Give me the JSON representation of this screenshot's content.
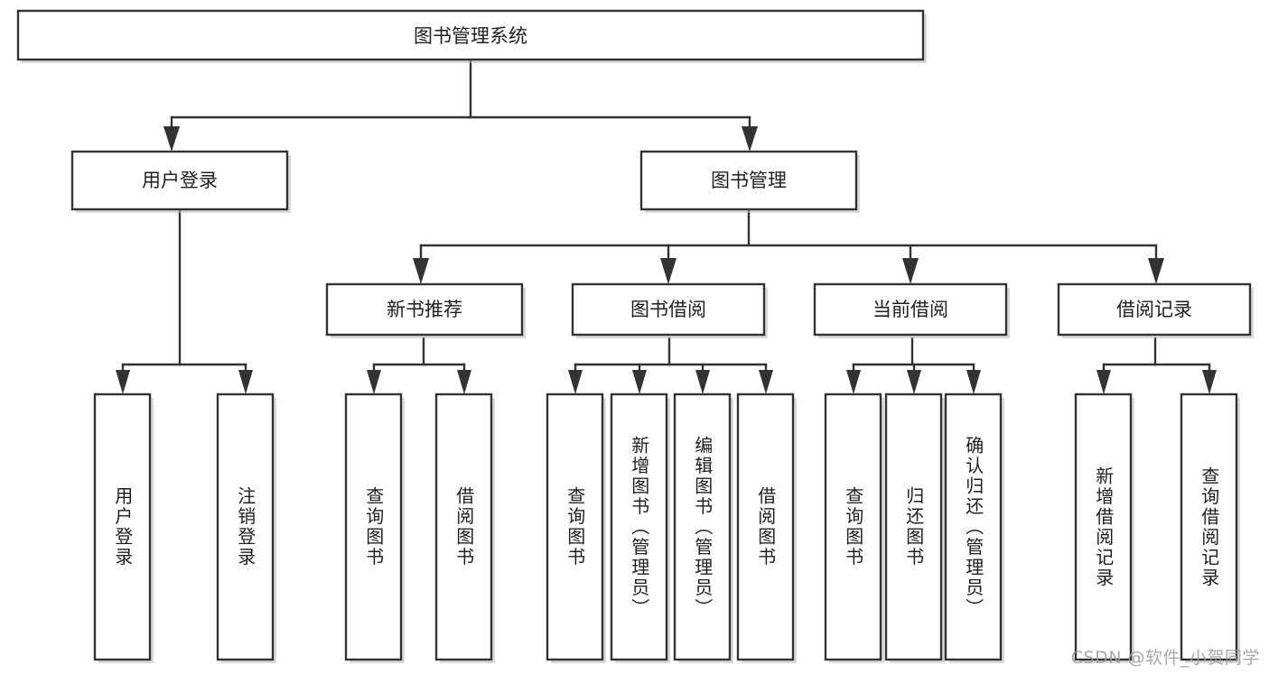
{
  "diagram": {
    "title": "图书管理系统",
    "type": "tree",
    "watermark": "CSDN @软件_小贺同学",
    "colors": {
      "box_fill": "#ffffff",
      "box_stroke": "#333333",
      "text": "#1f1f1f",
      "watermark": "#9b9b9b",
      "background": "#ffffff"
    },
    "levels": {
      "root": "图书管理系统",
      "level2": [
        "用户登录",
        "图书管理"
      ],
      "level3": [
        "新书推荐",
        "图书借阅",
        "当前借阅",
        "借阅记录"
      ]
    },
    "nodes": {
      "root": {
        "label": "图书管理系统"
      },
      "user_login": {
        "label": "用户登录"
      },
      "book_manage": {
        "label": "图书管理"
      },
      "new_book_rec": {
        "label": "新书推荐"
      },
      "book_borrow": {
        "label": "图书借阅"
      },
      "current_borrow": {
        "label": "当前借阅"
      },
      "borrow_record": {
        "label": "借阅记录"
      },
      "leaf_user_login": {
        "label": "用户登录"
      },
      "leaf_user_logout": {
        "label": "注销登录"
      },
      "leaf_query_book_1": {
        "label": "查询图书"
      },
      "leaf_borrow_book_1": {
        "label": "借阅图书"
      },
      "leaf_query_book_2": {
        "label": "查询图书"
      },
      "leaf_add_book": {
        "label": "新增图书（管理员）"
      },
      "leaf_edit_book": {
        "label": "编辑图书（管理员）"
      },
      "leaf_borrow_book_2": {
        "label": "借阅图书"
      },
      "leaf_query_book_3": {
        "label": "查询图书"
      },
      "leaf_return_book": {
        "label": "归还图书"
      },
      "leaf_confirm_return": {
        "label": "确认归还（管理员）"
      },
      "leaf_add_record": {
        "label": "新增借阅记录"
      },
      "leaf_query_record": {
        "label": "查询借阅记录"
      }
    },
    "edges": [
      {
        "from": "root",
        "to": "user_login"
      },
      {
        "from": "root",
        "to": "book_manage"
      },
      {
        "from": "user_login",
        "to": "leaf_user_login"
      },
      {
        "from": "user_login",
        "to": "leaf_user_logout"
      },
      {
        "from": "book_manage",
        "to": "new_book_rec"
      },
      {
        "from": "book_manage",
        "to": "book_borrow"
      },
      {
        "from": "book_manage",
        "to": "current_borrow"
      },
      {
        "from": "book_manage",
        "to": "borrow_record"
      },
      {
        "from": "new_book_rec",
        "to": "leaf_query_book_1"
      },
      {
        "from": "new_book_rec",
        "to": "leaf_borrow_book_1"
      },
      {
        "from": "book_borrow",
        "to": "leaf_query_book_2"
      },
      {
        "from": "book_borrow",
        "to": "leaf_add_book"
      },
      {
        "from": "book_borrow",
        "to": "leaf_edit_book"
      },
      {
        "from": "book_borrow",
        "to": "leaf_borrow_book_2"
      },
      {
        "from": "current_borrow",
        "to": "leaf_query_book_3"
      },
      {
        "from": "current_borrow",
        "to": "leaf_return_book"
      },
      {
        "from": "current_borrow",
        "to": "leaf_confirm_return"
      },
      {
        "from": "borrow_record",
        "to": "leaf_add_record"
      },
      {
        "from": "borrow_record",
        "to": "leaf_query_record"
      }
    ]
  }
}
